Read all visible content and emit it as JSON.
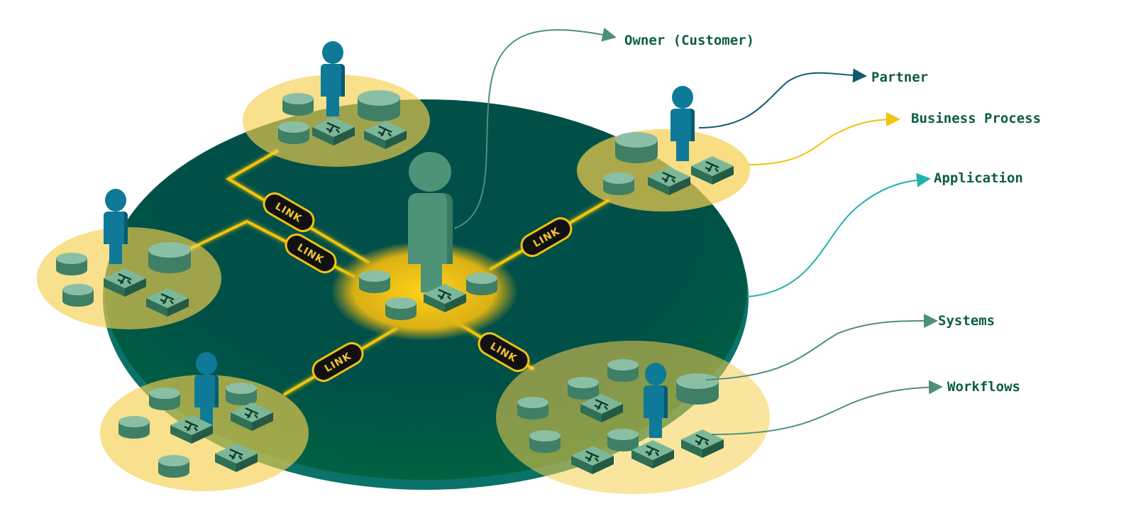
{
  "link_label": "LINK",
  "callouts": {
    "owner": "Owner (Customer)",
    "partner": "Partner",
    "business_process": "Business Process",
    "application": "Application",
    "systems": "Systems",
    "workflows": "Workflows"
  },
  "colors": {
    "platform_dark": "#004a48",
    "platform_light": "#00633f",
    "platform_edge": "#0a6e68",
    "zone_yellow": "#f5cf4f",
    "link_gold": "#f2c30f",
    "link_badge": "#111111",
    "partner_figure": "#0e7a97",
    "owner_figure": "#4e9278",
    "system_cylinder": "#7bb096",
    "workflow_box": "#6aa488",
    "label_green": "#0c5e3c",
    "arrow_owner": "#4e8f78",
    "arrow_partner": "#0f5b6e",
    "arrow_business": "#f2c30f",
    "arrow_application": "#20b2aa",
    "arrow_systems": "#4e8f78"
  },
  "icons": {
    "partner": "person-icon",
    "owner": "person-icon",
    "system": "database-cylinder-icon",
    "workflow": "workflow-box-icon"
  }
}
